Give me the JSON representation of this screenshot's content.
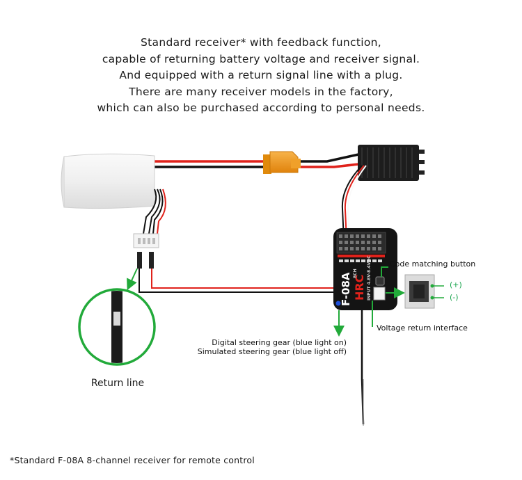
{
  "intro": {
    "lines": [
      "Standard receiver* with feedback function,",
      "capable of returning battery voltage and receiver signal.",
      "And equipped with a return signal line with a plug.",
      "There are many receiver models in the factory,",
      "which can also be purchased according to personal needs."
    ]
  },
  "labels": {
    "code_matching": "Code matching button",
    "voltage_return": "Voltage return interface",
    "plus": "(+)",
    "minus": "(-)",
    "digital": "Digital steering gear (blue light on)",
    "simulated": "Simulated steering gear (blue light off)",
    "return_line": "Return line",
    "footnote": "*Standard F-08A 8-channel receiver for remote control"
  },
  "receiver": {
    "model": "F-08A",
    "brand": "HRC",
    "sub1": "INPUT 4.8V-8.4VDC",
    "sub2": "8CH"
  },
  "colors": {
    "accent_green": "#22aa3a",
    "wire_red": "#e0221b",
    "wire_black": "#111111",
    "connector_orange": "#f29a14"
  },
  "icons": [
    "battery",
    "xt60-connector",
    "esc",
    "receiver",
    "jst-plug",
    "magnifier-circle",
    "voltage-port"
  ]
}
